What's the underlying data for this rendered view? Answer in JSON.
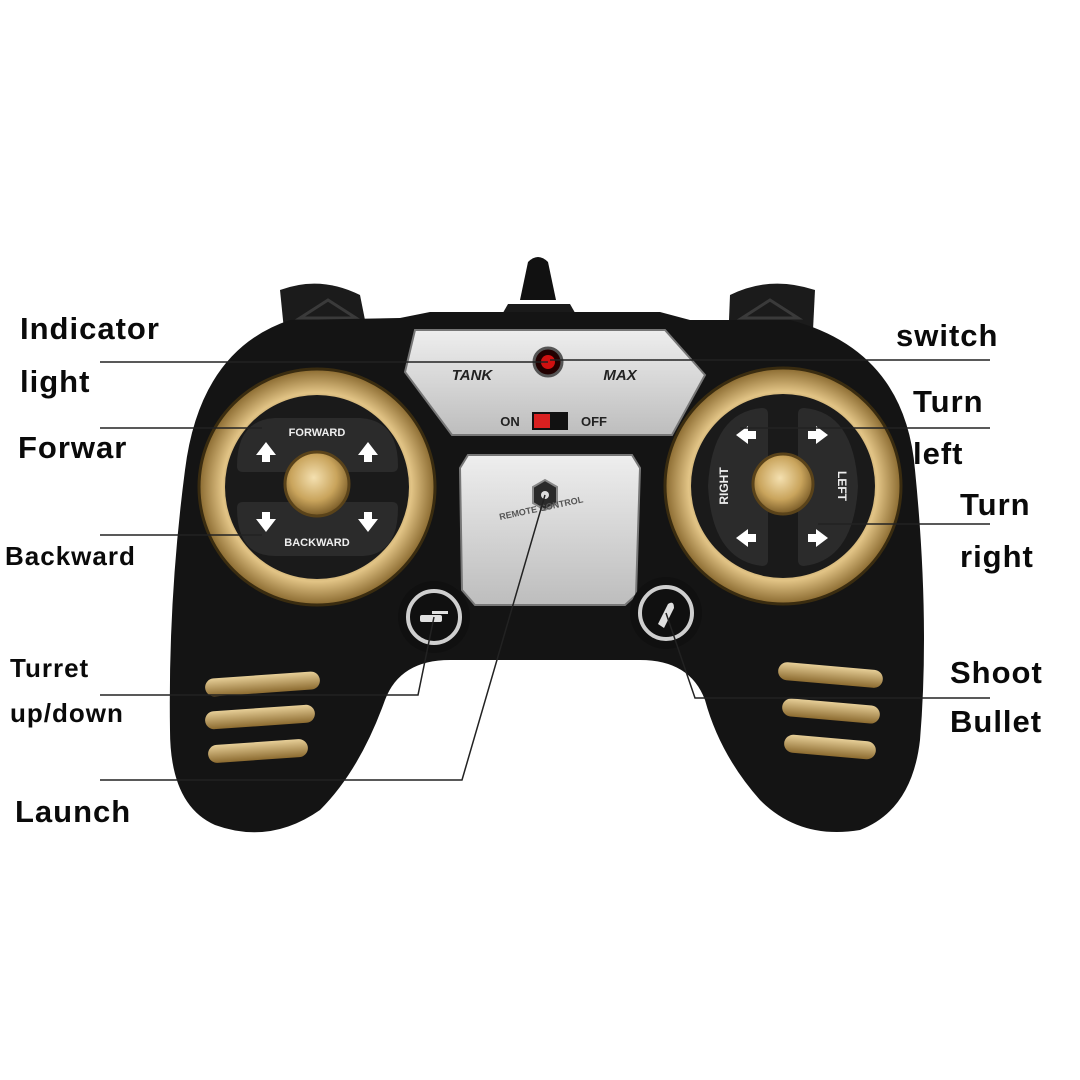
{
  "labels": {
    "indicator_light": [
      "Indicator",
      "light"
    ],
    "forward": "Forwar",
    "backward": "Backward",
    "turret_up_down": [
      "Turret",
      "up/down"
    ],
    "launch": "Launch",
    "switch": "switch",
    "turn_left": [
      "Turn",
      "left"
    ],
    "turn_right": [
      "Turn",
      "right"
    ],
    "shoot_bullet": [
      "Shoot",
      "Bullet"
    ]
  },
  "controller": {
    "brand_left": "TANK",
    "brand_right": "MAX",
    "power_on": "ON",
    "power_off": "OFF",
    "dpad_left_top": "FORWARD",
    "dpad_left_bottom": "BACKWARD",
    "dpad_right_left": "RIGHT",
    "dpad_right_right": "LEFT",
    "center_panel_text": "REMOTE CONTROL"
  },
  "colors": {
    "body": "#141414",
    "gold": "#c9a45c",
    "silver": "#d6d6d6",
    "indicator_red": "#d01010"
  }
}
